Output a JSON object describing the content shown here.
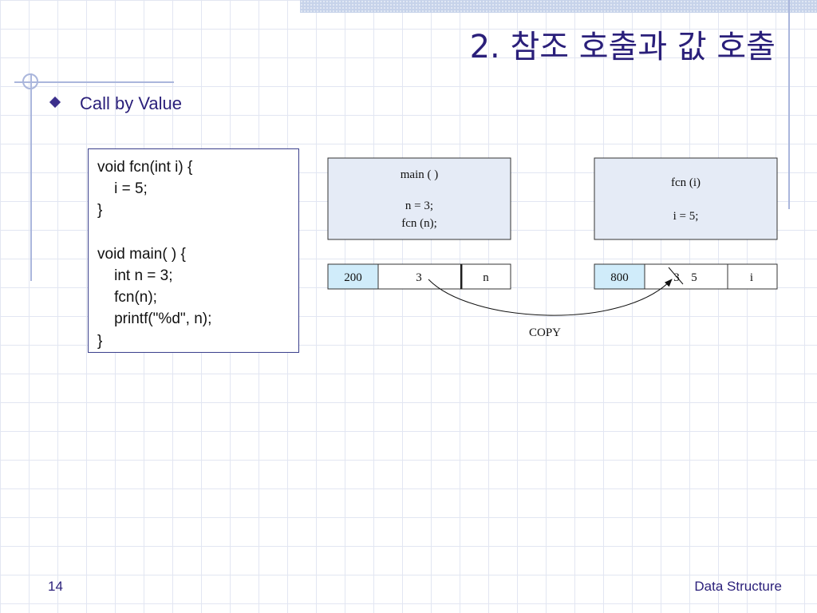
{
  "slide": {
    "title": "2. 참조 호출과 값 호출",
    "bullet": "Call by Value",
    "page_number": "14",
    "course": "Data Structure"
  },
  "code": {
    "lines": [
      "void fcn(int i) {",
      "    i = 5;",
      "}",
      "",
      "void main( ) {",
      "    int n = 3;",
      "    fcn(n);",
      "    printf(\"%d\", n);",
      "}"
    ]
  },
  "diagram": {
    "main_frame": {
      "name": "main ( )",
      "line1": "n = 3;",
      "line2": "fcn (n);"
    },
    "fcn_frame": {
      "name": "fcn (i)",
      "line1": "i = 5;"
    },
    "main_var": {
      "address": "200",
      "value": "3",
      "name": "n"
    },
    "fcn_var": {
      "address": "800",
      "old_value": "3",
      "new_value": "5",
      "name": "i"
    },
    "copy_label": "COPY"
  },
  "colors": {
    "title": "#2a1f7a",
    "frame_fill": "#e5ebf6",
    "address_fill": "#d0ecfa"
  }
}
